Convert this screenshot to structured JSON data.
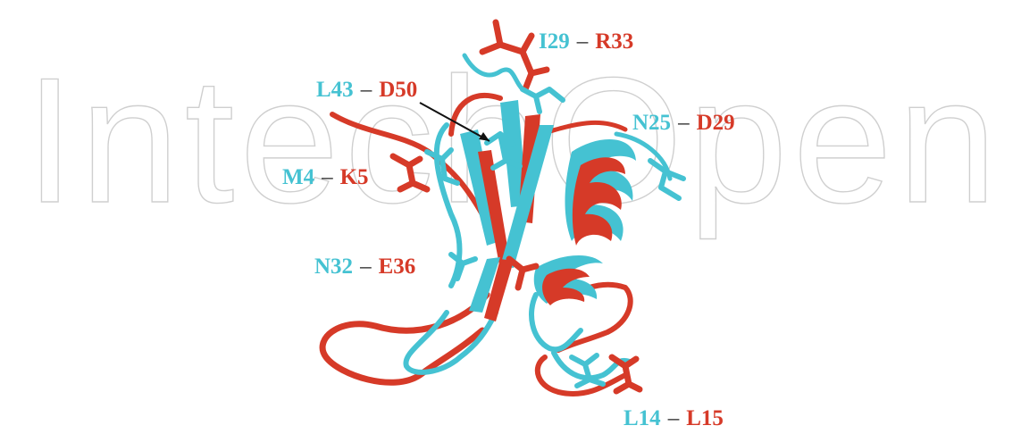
{
  "watermark": {
    "text": "IntechOpen"
  },
  "colors": {
    "protein_a": "#45c2d2",
    "protein_b": "#d63a28"
  },
  "labels": [
    {
      "a": "I29",
      "b": "R33"
    },
    {
      "a": "L43",
      "b": "D50"
    },
    {
      "a": "N25",
      "b": "D29"
    },
    {
      "a": "M4",
      "b": "K5"
    },
    {
      "a": "N32",
      "b": "E36"
    },
    {
      "a": "L14",
      "b": "L15"
    }
  ],
  "separator": "–"
}
